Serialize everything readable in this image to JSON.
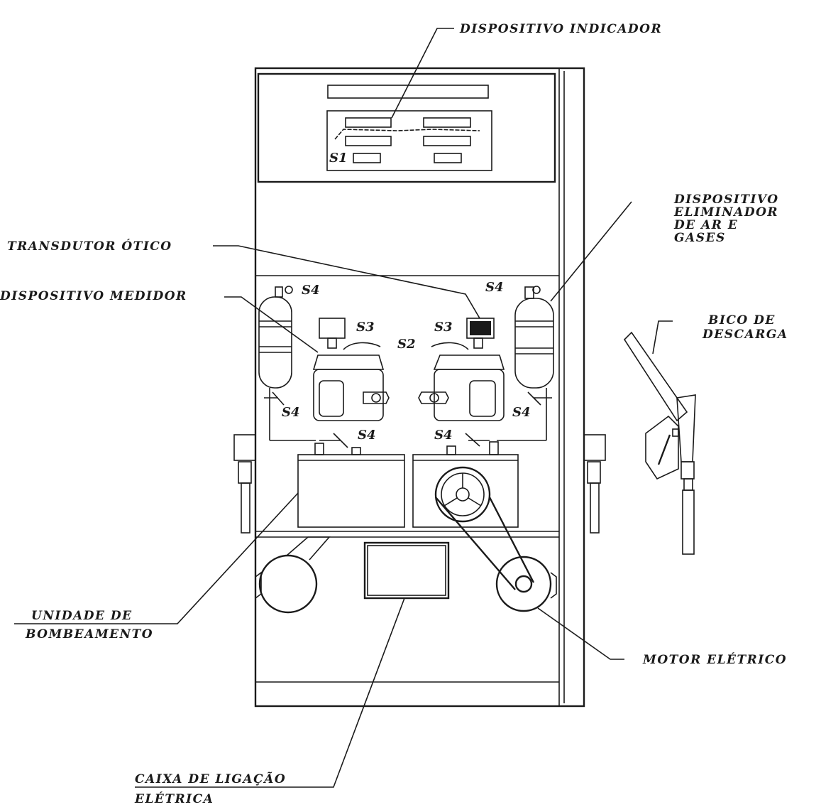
{
  "labels": {
    "dispositivo_indicador": "DISPOSITIVO INDICADOR",
    "dispositivo_eliminador": [
      "DISPOSITIVO",
      "ELIMINADOR",
      "DE AR E",
      "GASES"
    ],
    "transdutor_otico": "TRANSDUTOR ÓTICO",
    "dispositivo_medidor": "DISPOSITIVO MEDIDOR",
    "bico_de_descarga": [
      "BICO DE",
      "DESCARGA"
    ],
    "unidade_de_bombeamento": [
      "UNIDADE DE",
      "BOMBEAMENTO"
    ],
    "motor_eletrico": "MOTOR ELÉTRICO",
    "caixa_de_ligacao": [
      "CAIXA DE LIGAÇÃO",
      "ELÉTRICA"
    ]
  },
  "seals": {
    "s1": "S1",
    "s2": "S2",
    "s3": "S3",
    "s4": "S4"
  }
}
